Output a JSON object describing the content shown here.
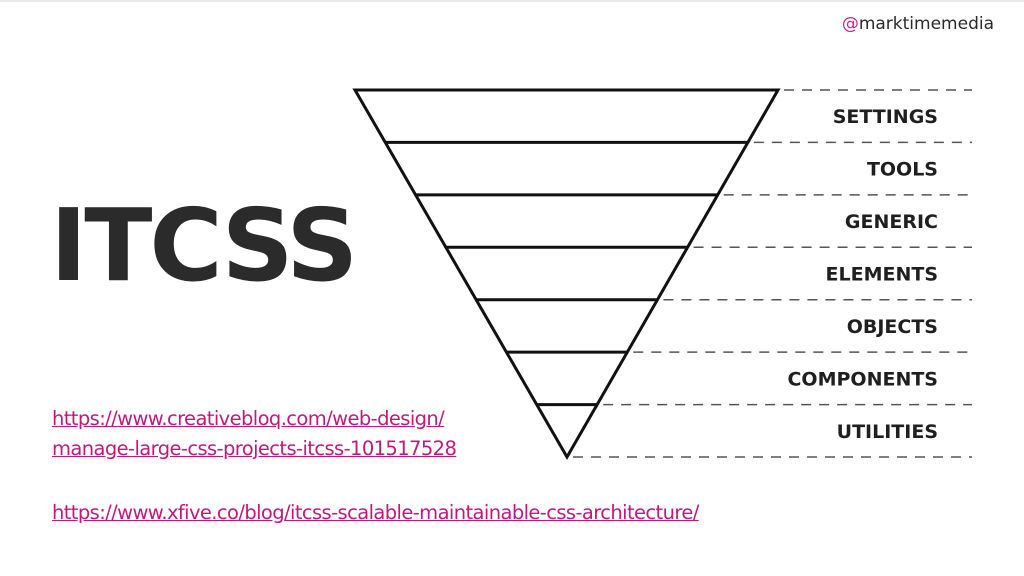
{
  "header": {
    "handle_at": "@",
    "handle_name": "marktimemedia"
  },
  "title": "ITCSS",
  "layers": [
    {
      "label": "SETTINGS"
    },
    {
      "label": "TOOLS"
    },
    {
      "label": "GENERIC"
    },
    {
      "label": "ELEMENTS"
    },
    {
      "label": "OBJECTS"
    },
    {
      "label": "COMPONENTS"
    },
    {
      "label": "UTILITIES"
    }
  ],
  "links": [
    {
      "line1": "https://www.creativebloq.com/web-design/",
      "line2": "manage-large-css-projects-itcss-101517528"
    },
    {
      "line1": "https://www.xfive.co/blog/itcss-scalable-maintainable-css-architecture/"
    }
  ],
  "colors": {
    "accent": "#d81b8c",
    "link": "#c2187e",
    "text": "#2b2b2b"
  }
}
